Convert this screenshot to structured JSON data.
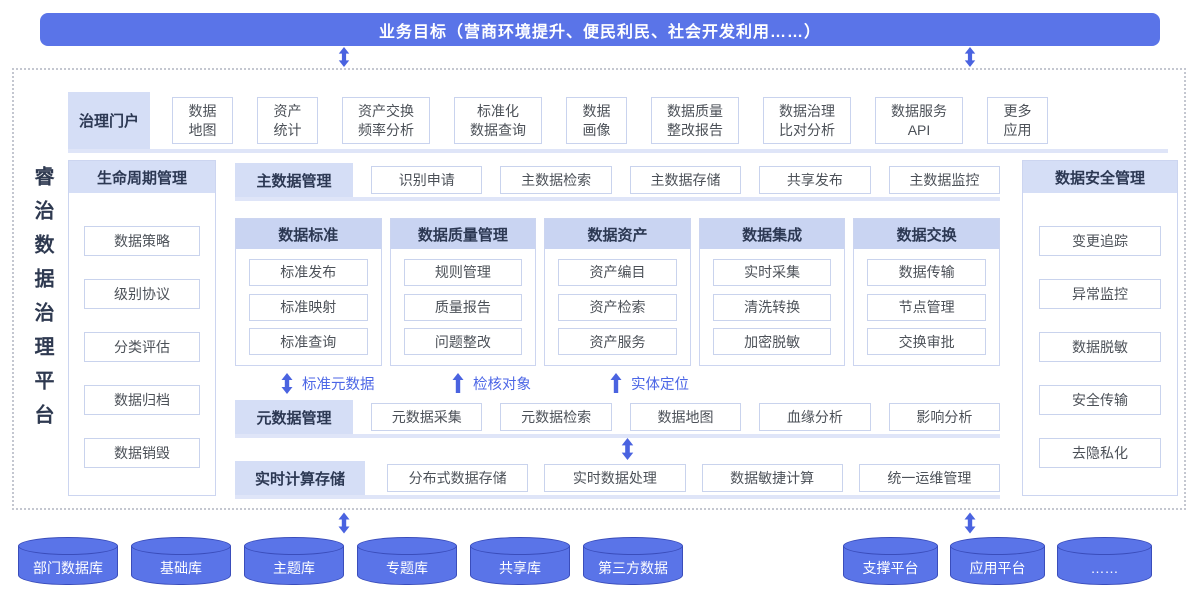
{
  "banner": {
    "label": "业务目标（营商环境提升、便民利民、社会开发利用……）"
  },
  "platform": {
    "title": "睿治数据治理平台"
  },
  "portal": {
    "header": "治理门户",
    "items": [
      {
        "l1": "数据",
        "l2": "地图"
      },
      {
        "l1": "资产",
        "l2": "统计"
      },
      {
        "l1": "资产交换",
        "l2": "频率分析"
      },
      {
        "l1": "标准化",
        "l2": "数据查询"
      },
      {
        "l1": "数据",
        "l2": "画像"
      },
      {
        "l1": "数据质量",
        "l2": "整改报告"
      },
      {
        "l1": "数据治理",
        "l2": "比对分析"
      },
      {
        "l1": "数据服务",
        "l2": "API"
      },
      {
        "l1": "更多",
        "l2": "应用"
      }
    ]
  },
  "lifecycle": {
    "header": "生命周期管理",
    "items": [
      "数据策略",
      "级别协议",
      "分类评估",
      "数据归档",
      "数据销毁"
    ]
  },
  "master": {
    "header": "主数据管理",
    "items": [
      "识别申请",
      "主数据检索",
      "主数据存储",
      "共享发布",
      "主数据监控"
    ]
  },
  "columns": [
    {
      "header": "数据标准",
      "items": [
        "标准发布",
        "标准映射",
        "标准查询"
      ]
    },
    {
      "header": "数据质量管理",
      "items": [
        "规则管理",
        "质量报告",
        "问题整改"
      ]
    },
    {
      "header": "数据资产",
      "items": [
        "资产编目",
        "资产检索",
        "资产服务"
      ]
    },
    {
      "header": "数据集成",
      "items": [
        "实时采集",
        "清洗转换",
        "加密脱敏"
      ]
    },
    {
      "header": "数据交换",
      "items": [
        "数据传输",
        "节点管理",
        "交换审批"
      ]
    }
  ],
  "flow_labels": [
    {
      "label": "标准元数据",
      "arrow": "double"
    },
    {
      "label": "检核对象",
      "arrow": "up"
    },
    {
      "label": "实体定位",
      "arrow": "up"
    }
  ],
  "metadata": {
    "header": "元数据管理",
    "items": [
      "元数据采集",
      "元数据检索",
      "数据地图",
      "血缘分析",
      "影响分析"
    ]
  },
  "compute": {
    "header": "实时计算存储",
    "items": [
      "分布式数据存储",
      "实时数据处理",
      "数据敏捷计算",
      "统一运维管理"
    ]
  },
  "security": {
    "header": "数据安全管理",
    "items": [
      "变更追踪",
      "异常监控",
      "数据脱敏",
      "安全传输",
      "去隐私化"
    ]
  },
  "sources": {
    "items": [
      "部门数据库",
      "基础库",
      "主题库",
      "专题库",
      "共享库",
      "第三方数据"
    ]
  },
  "platforms": {
    "items": [
      "支撑平台",
      "应用平台",
      "……"
    ]
  },
  "colors": {
    "primary": "#5a74e8",
    "arrow": "#4a63e0",
    "section_header_bg": "#d5def6",
    "column_header_bg": "#c9d4f2",
    "row_strip": "#dfe5f8",
    "box_border": "#c9d3ed",
    "header_text": "#2c3853",
    "item_text": "#4c5158"
  }
}
